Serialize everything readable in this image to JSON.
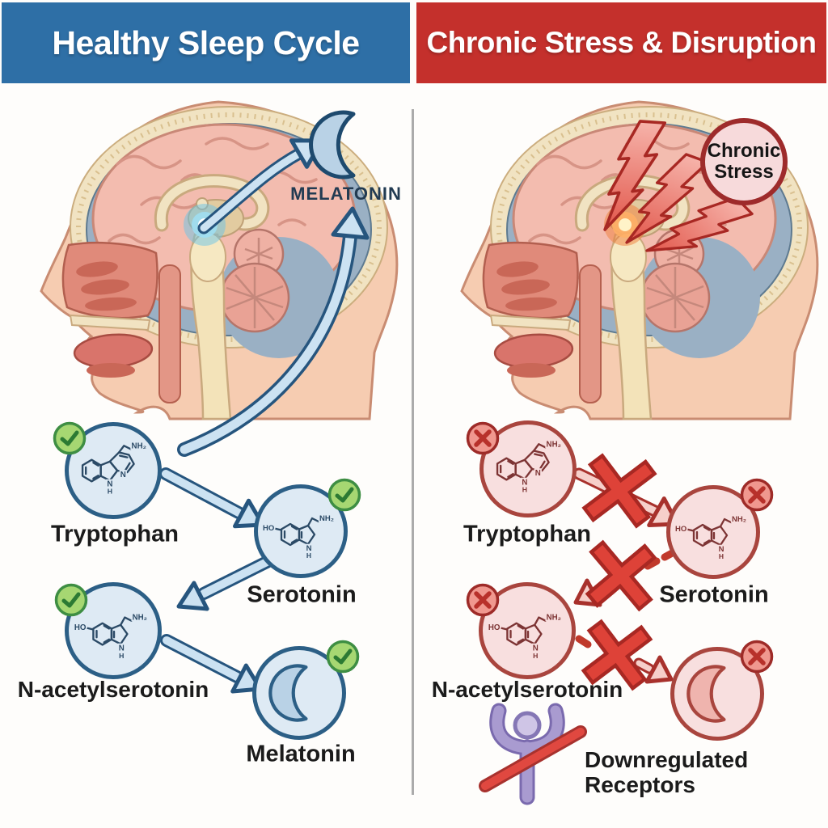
{
  "panels": {
    "left": {
      "title": "Healthy Sleep Cycle",
      "release_label": "MELATONIN",
      "nodes": {
        "tryptophan": "Tryptophan",
        "serotonin": "Serotonin",
        "nacetylserotonin": "N-acetylserotonin",
        "melatonin": "Melatonin"
      }
    },
    "right": {
      "title": "Chronic Stress & Disruption",
      "bubble": {
        "line1": "Chronic",
        "line2": "Stress"
      },
      "nodes": {
        "tryptophan": "Tryptophan",
        "serotonin": "Serotonin",
        "nacetylserotonin": "N-acetylserotonin"
      },
      "receptors": {
        "line1": "Downregulated",
        "line2": "Receptors"
      }
    }
  },
  "molecule_labels": {
    "nh2": "NH₂",
    "ho": "HO",
    "n": "N",
    "h": "H"
  },
  "colors": {
    "header_healthy": "#2E6FA6",
    "header_stress": "#C4302C",
    "healthy_circle_fill": "#DEEAF4",
    "healthy_circle_border": "#2C5F86",
    "healthy_arrow_fill": "#CCE2F2",
    "healthy_arrow_border": "#26557E",
    "stress_circle_fill": "#F8DFDF",
    "stress_circle_border": "#A9453E",
    "check_green": "#A6D772",
    "x_red": "#DE4238",
    "moon_blue": "#B9D2E6",
    "moon_pink": "#EFB4AE",
    "receptor_purple": "#A99BD0",
    "slash_red": "#E04840"
  }
}
